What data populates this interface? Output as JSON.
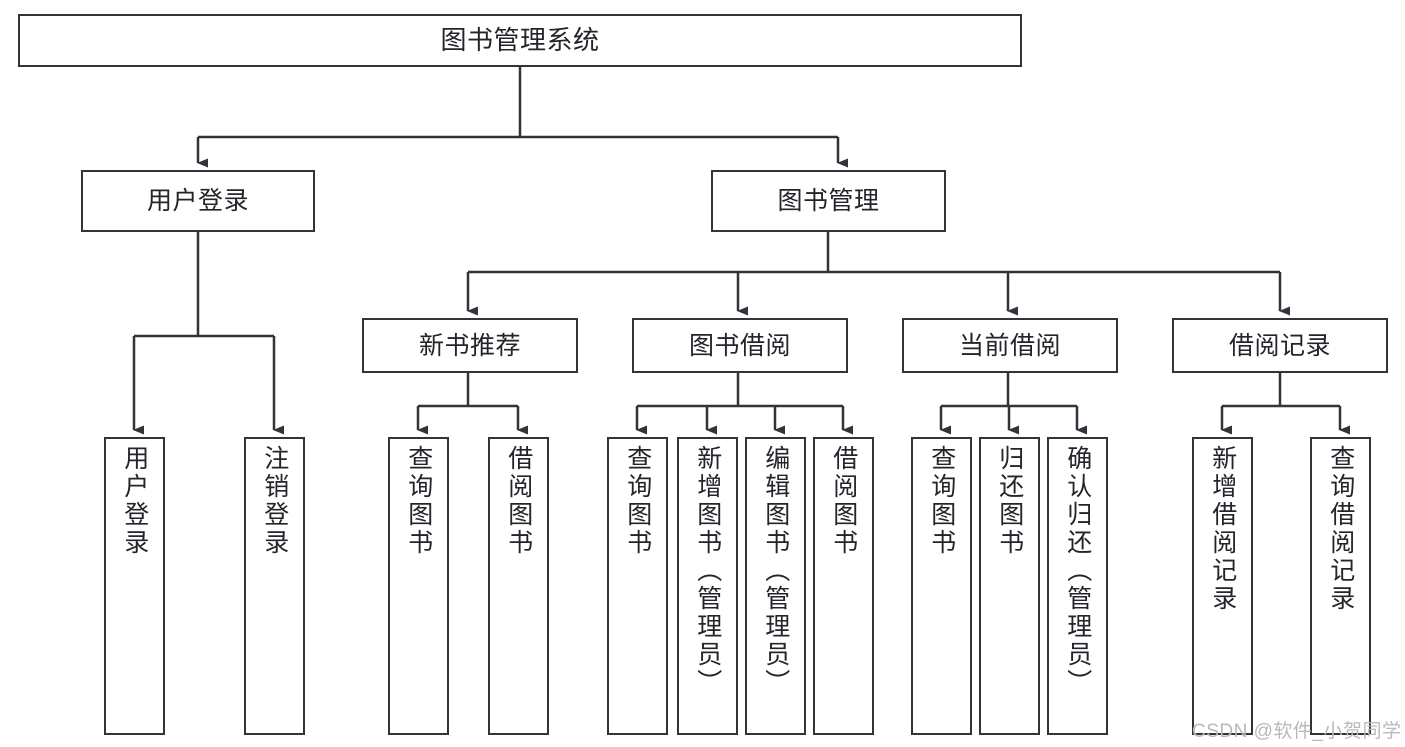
{
  "diagram": {
    "title": "图书管理系统",
    "type": "tree-hierarchy",
    "orientation": "top-down",
    "colors": {
      "node_border": "#33333a",
      "node_fill": "#ffffff",
      "connector": "#33333a",
      "text": "#24242b",
      "watermark": "#b9b9bd",
      "background": "#ffffff"
    },
    "levels": {
      "root": [
        "图书管理系统"
      ],
      "level2": [
        "用户登录",
        "图书管理"
      ],
      "level3": [
        "新书推荐",
        "图书借阅",
        "当前借阅",
        "借阅记录"
      ],
      "leaves": [
        "用户登录",
        "注销登录",
        "查询图书",
        "借阅图书",
        "查询图书",
        "新增图书（管理员）",
        "编辑图书（管理员）",
        "借阅图书",
        "查询图书",
        "归还图书",
        "确认归还（管理员）",
        "新增借阅记录",
        "查询借阅记录"
      ]
    }
  },
  "nodes": {
    "root": {
      "label": "图书管理系统"
    },
    "user_login": {
      "label": "用户登录"
    },
    "book_manage": {
      "label": "图书管理"
    },
    "new_book_rec": {
      "label": "新书推荐"
    },
    "book_borrow": {
      "label": "图书借阅"
    },
    "current_borrow": {
      "label": "当前借阅"
    },
    "borrow_record": {
      "label": "借阅记录"
    },
    "leaf_user_login": {
      "label": "用户登录"
    },
    "leaf_logout": {
      "label": "注销登录"
    },
    "leaf_query_book_a": {
      "label": "查询图书"
    },
    "leaf_borrow_book_a": {
      "label": "借阅图书"
    },
    "leaf_query_book_b": {
      "label": "查询图书"
    },
    "leaf_add_book": {
      "label": "新增图书（管理员）"
    },
    "leaf_edit_book": {
      "label": "编辑图书（管理员）"
    },
    "leaf_borrow_book_b": {
      "label": "借阅图书"
    },
    "leaf_query_book_c": {
      "label": "查询图书"
    },
    "leaf_return_book": {
      "label": "归还图书"
    },
    "leaf_confirm_return": {
      "label": "确认归还（管理员）"
    },
    "leaf_add_record": {
      "label": "新增借阅记录"
    },
    "leaf_query_record": {
      "label": "查询借阅记录"
    }
  },
  "watermark": {
    "text": "CSDN @软件_小贺同学"
  }
}
